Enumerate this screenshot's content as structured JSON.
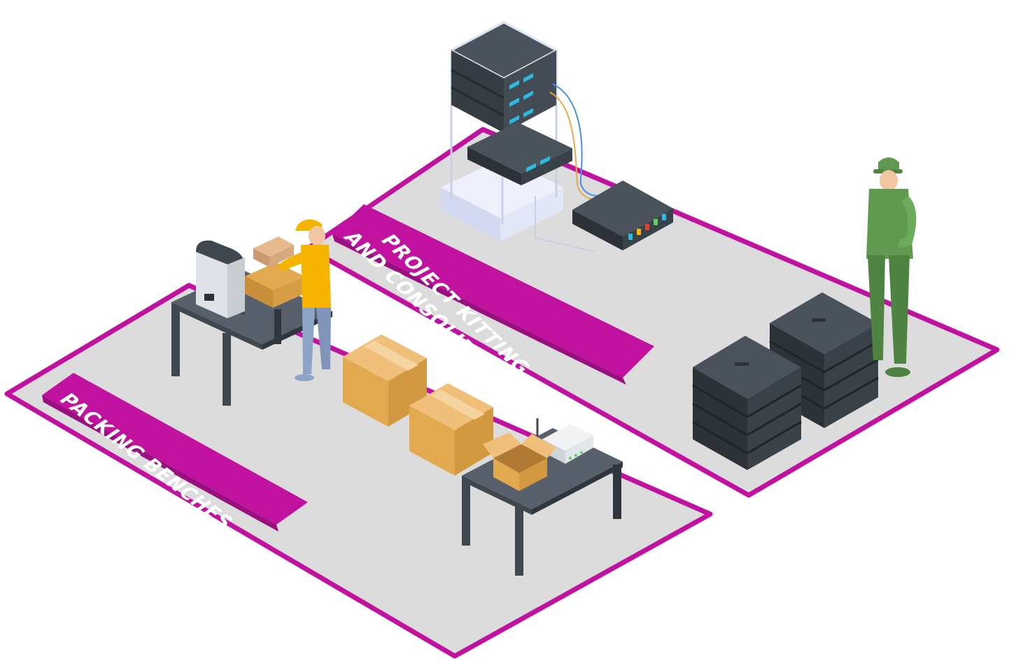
{
  "zones": {
    "kitting": {
      "line1": "PROJECT KITTING",
      "line2": "AND CONSOLIDATION"
    },
    "packing": {
      "label": "PACKING BENCHES"
    }
  },
  "colors": {
    "floor": "#dcdcdc",
    "zone_border": "#c0129e",
    "label_bg": "#c0129e",
    "label_text": "#ffffff",
    "server_dark": "#3d444c",
    "server_light": "#59626c",
    "server_accent": "#2fb8e0",
    "box": "#e3a94f",
    "box_dark": "#c98f3a",
    "worker_yellow": "#f4b400",
    "worker_green": "#5f9a50",
    "table": "#3f474f"
  },
  "icons": [
    "server-rack-icon",
    "server-unit-icon",
    "network-switch-icon",
    "server-stack-icon",
    "cardboard-box-icon",
    "packing-worker-icon",
    "soldier-worker-icon",
    "table-icon",
    "router-icon",
    "printer-icon"
  ]
}
